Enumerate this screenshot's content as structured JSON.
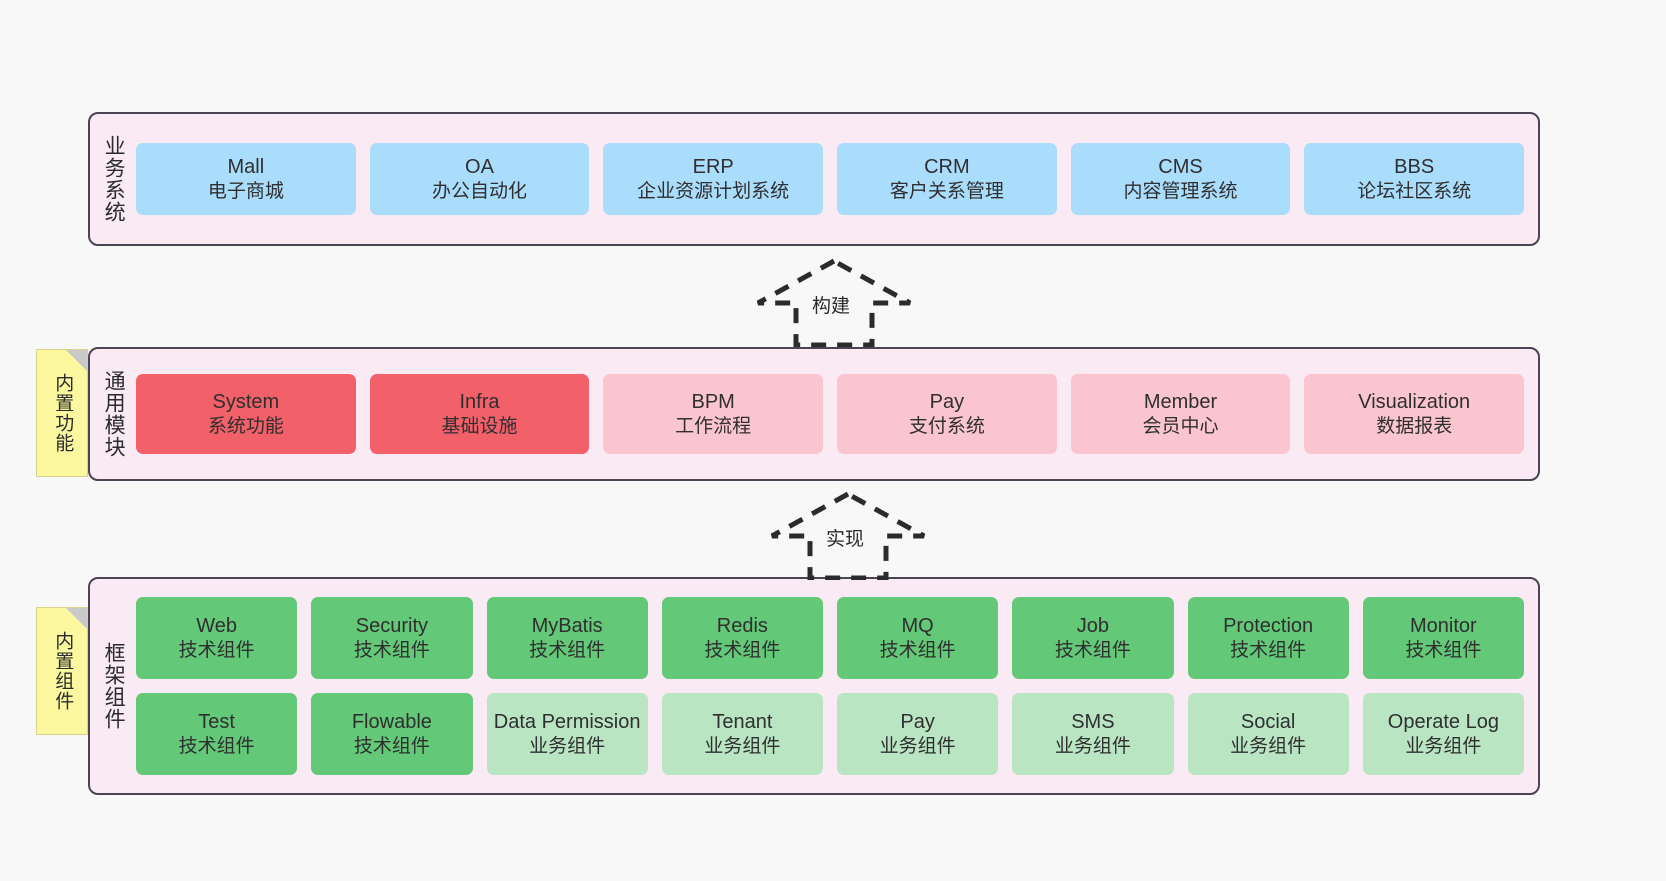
{
  "diagram": {
    "title": "",
    "layers": [
      {
        "id": "business",
        "label": "业务系统",
        "sticky": null,
        "rows": [
          {
            "cells": [
              {
                "en": "Mall",
                "cn": "电子商城",
                "color": "#aadcfc",
                "variant": "c-blue"
              },
              {
                "en": "OA",
                "cn": "办公自动化",
                "color": "#aadcfc",
                "variant": "c-blue"
              },
              {
                "en": "ERP",
                "cn": "企业资源计划系统",
                "color": "#aadcfc",
                "variant": "c-blue"
              },
              {
                "en": "CRM",
                "cn": "客户关系管理",
                "color": "#aadcfc",
                "variant": "c-blue"
              },
              {
                "en": "CMS",
                "cn": "内容管理系统",
                "color": "#aadcfc",
                "variant": "c-blue"
              },
              {
                "en": "BBS",
                "cn": "论坛社区系统",
                "color": "#aadcfc",
                "variant": "c-blue"
              }
            ]
          }
        ]
      },
      {
        "id": "common",
        "label": "通用模块",
        "sticky": "内置功能",
        "rows": [
          {
            "cells": [
              {
                "en": "System",
                "cn": "系统功能",
                "color": "#f2606a",
                "variant": "c-red"
              },
              {
                "en": "Infra",
                "cn": "基础设施",
                "color": "#f2606a",
                "variant": "c-red"
              },
              {
                "en": "BPM",
                "cn": "工作流程",
                "color": "#fbc5d0",
                "variant": "c-pink"
              },
              {
                "en": "Pay",
                "cn": "支付系统",
                "color": "#fbc5d0",
                "variant": "c-pink"
              },
              {
                "en": "Member",
                "cn": "会员中心",
                "color": "#fbc5d0",
                "variant": "c-pink"
              },
              {
                "en": "Visualization",
                "cn": "数据报表",
                "color": "#fbc5d0",
                "variant": "c-pink"
              }
            ]
          }
        ]
      },
      {
        "id": "framework",
        "label": "框架组件",
        "sticky": "内置组件",
        "rows": [
          {
            "cells": [
              {
                "en": "Web",
                "cn": "技术组件",
                "color": "#63c877",
                "variant": "c-green"
              },
              {
                "en": "Security",
                "cn": "技术组件",
                "color": "#63c877",
                "variant": "c-green"
              },
              {
                "en": "MyBatis",
                "cn": "技术组件",
                "color": "#63c877",
                "variant": "c-green"
              },
              {
                "en": "Redis",
                "cn": "技术组件",
                "color": "#63c877",
                "variant": "c-green"
              },
              {
                "en": "MQ",
                "cn": "技术组件",
                "color": "#63c877",
                "variant": "c-green"
              },
              {
                "en": "Job",
                "cn": "技术组件",
                "color": "#63c877",
                "variant": "c-green"
              },
              {
                "en": "Protection",
                "cn": "技术组件",
                "color": "#63c877",
                "variant": "c-green"
              },
              {
                "en": "Monitor",
                "cn": "技术组件",
                "color": "#63c877",
                "variant": "c-green"
              }
            ]
          },
          {
            "cells": [
              {
                "en": "Test",
                "cn": "技术组件",
                "color": "#63c877",
                "variant": "c-green"
              },
              {
                "en": "Flowable",
                "cn": "技术组件",
                "color": "#63c877",
                "variant": "c-green"
              },
              {
                "en": "Data Permission",
                "cn": "业务组件",
                "color": "#b9e5c3",
                "variant": "c-lgreen"
              },
              {
                "en": "Tenant",
                "cn": "业务组件",
                "color": "#b9e5c3",
                "variant": "c-lgreen"
              },
              {
                "en": "Pay",
                "cn": "业务组件",
                "color": "#b9e5c3",
                "variant": "c-lgreen"
              },
              {
                "en": "SMS",
                "cn": "业务组件",
                "color": "#b9e5c3",
                "variant": "c-lgreen"
              },
              {
                "en": "Social",
                "cn": "业务组件",
                "color": "#b9e5c3",
                "variant": "c-lgreen"
              },
              {
                "en": "Operate Log",
                "cn": "业务组件",
                "color": "#b9e5c3",
                "variant": "c-lgreen"
              }
            ]
          }
        ]
      }
    ],
    "connectors": [
      {
        "id": "build",
        "label": "构建",
        "style": "dashed-up-arrow",
        "from": "common",
        "to": "business"
      },
      {
        "id": "impl",
        "label": "实现",
        "style": "dashed-up-arrow",
        "from": "framework",
        "to": "common"
      }
    ],
    "colors": {
      "background": "#f8f8f8",
      "panel_fill": "#f9eaf4",
      "panel_border": "#4a4453",
      "sticky_fill": "#fbf8a0",
      "sticky_fold": "#c9c9c9",
      "connector": "#2b2b2b"
    }
  }
}
